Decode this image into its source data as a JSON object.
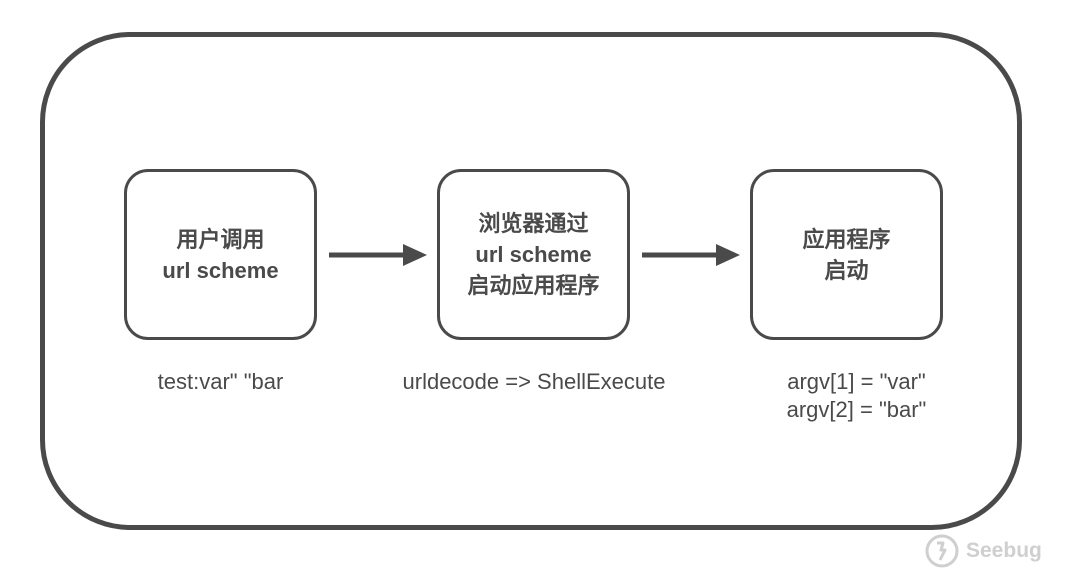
{
  "nodes": [
    {
      "line1": "用户调用",
      "line2": "url scheme",
      "line3": ""
    },
    {
      "line1": "浏览器通过",
      "line2": "url scheme",
      "line3": "启动应用程序"
    },
    {
      "line1": "应用程序",
      "line2": "启动",
      "line3": ""
    }
  ],
  "captions": [
    {
      "line1": "test:var\" \"bar",
      "line2": ""
    },
    {
      "line1": "urldecode => ShellExecute",
      "line2": ""
    },
    {
      "line1": "argv[1] = \"var\"",
      "line2": "argv[2] = \"bar\""
    }
  ],
  "watermark": {
    "text": "Seebug",
    "icon": "seebug-logo-icon"
  },
  "colors": {
    "stroke": "#4a4a4a",
    "watermark": "#cfcfcf"
  }
}
